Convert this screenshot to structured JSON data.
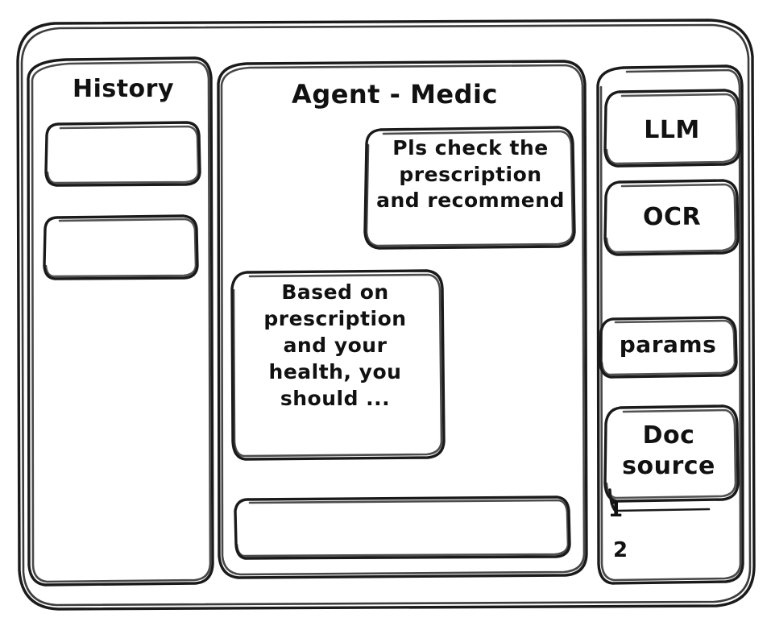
{
  "window": {
    "name": "agent-medic-wireframe"
  },
  "sidebar_left": {
    "title": "History",
    "items": [
      {
        "label": ""
      },
      {
        "label": ""
      }
    ]
  },
  "main": {
    "title": "Agent - Medic",
    "messages": [
      {
        "role": "user",
        "text": "Pls check the\nprescription\nand recommend"
      },
      {
        "role": "assistant",
        "text": "Based on\nprescription\nand your\nhealth, you\nshould ..."
      }
    ],
    "composer": {
      "value": "",
      "placeholder": ""
    }
  },
  "sidebar_right": {
    "tools": [
      {
        "label": "LLM"
      },
      {
        "label": "OCR"
      },
      {
        "label": "params"
      }
    ],
    "doc_source": {
      "label": "Doc\nsource",
      "items": [
        "1",
        "2"
      ]
    }
  },
  "colors": {
    "ink": "#1a1a1a",
    "paper": "#ffffff"
  }
}
